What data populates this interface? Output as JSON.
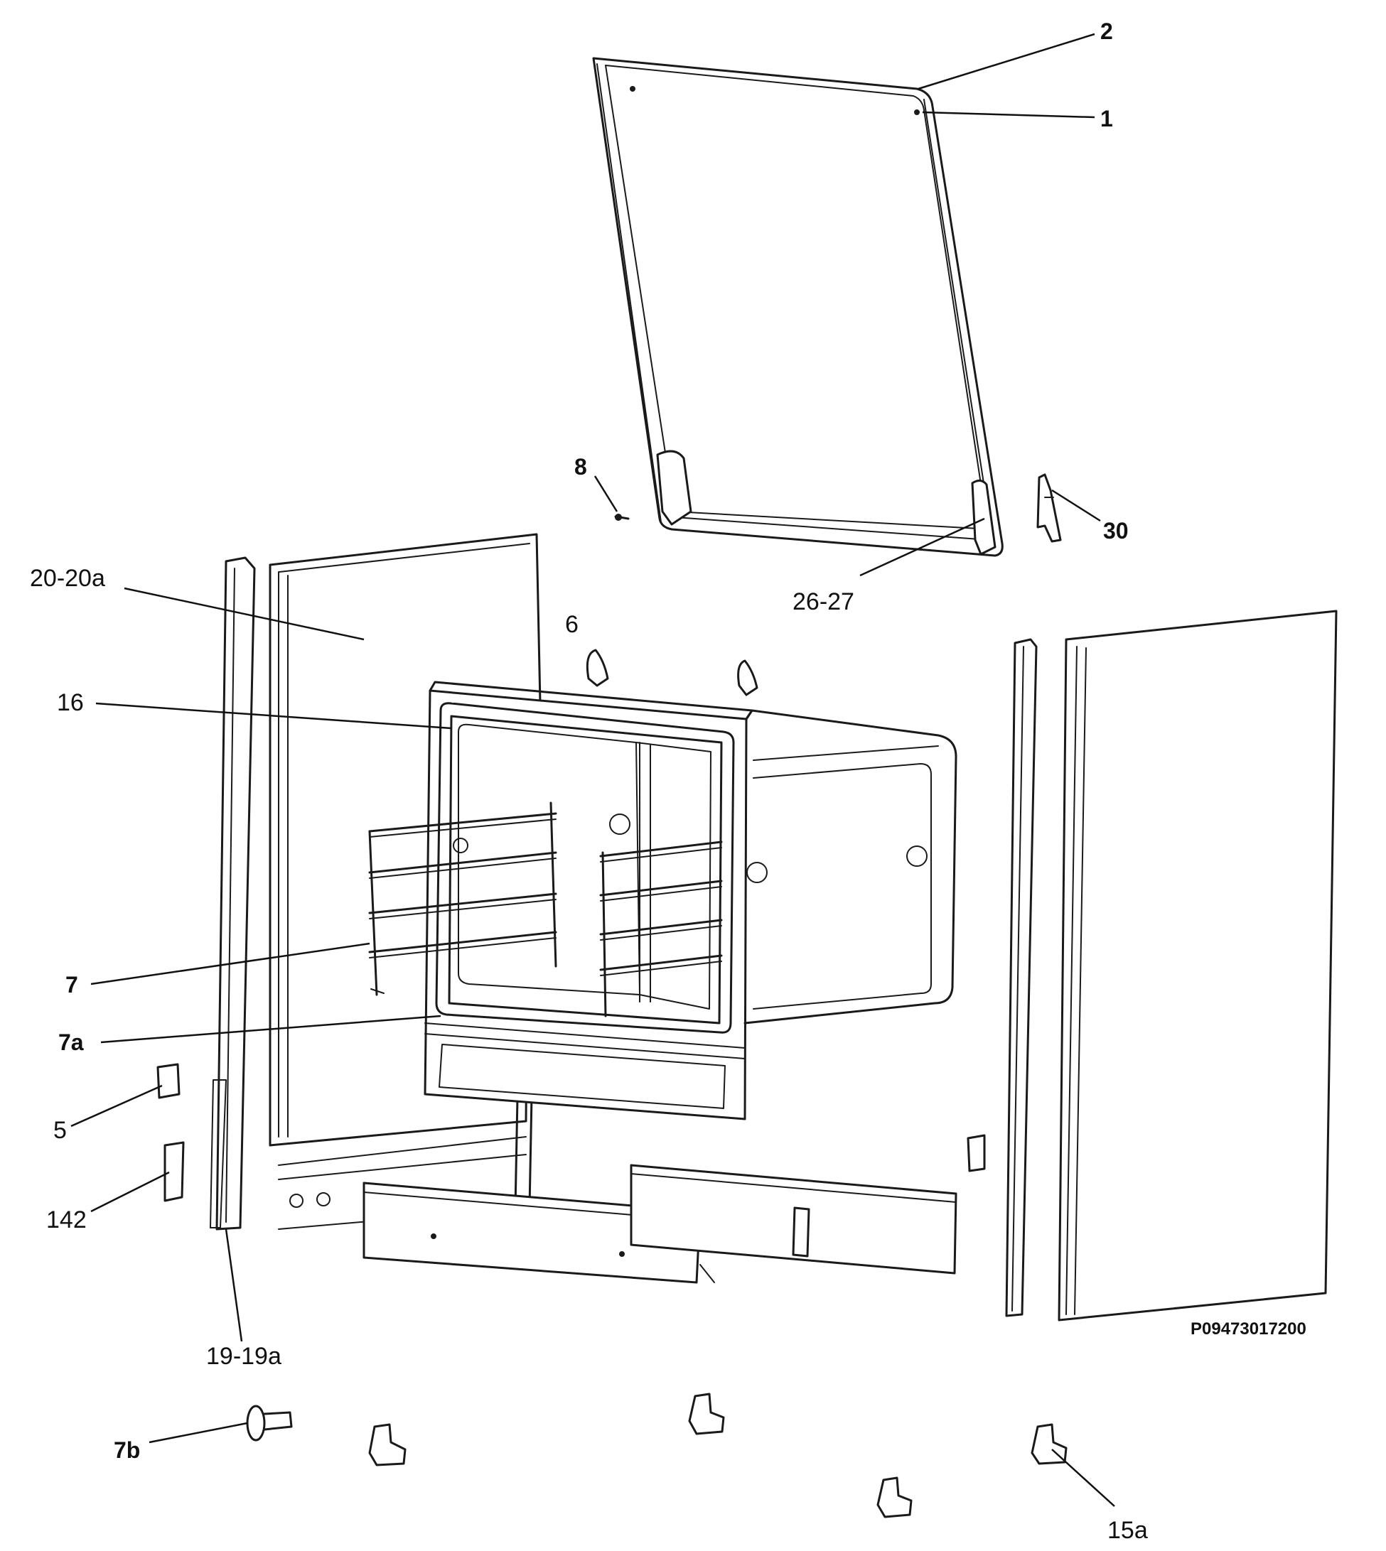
{
  "drawing_code": "P09473017200",
  "callouts": {
    "c2": "2",
    "c1": "1",
    "c8": "8",
    "c30": "30",
    "c26_27": "26-27",
    "c20_20a": "20-20a",
    "c6": "6",
    "c16": "16",
    "c7": "7",
    "c7a": "7a",
    "c5": "5",
    "c142": "142",
    "c19_19a": "19-19a",
    "c7b": "7b",
    "c15a": "15a"
  }
}
